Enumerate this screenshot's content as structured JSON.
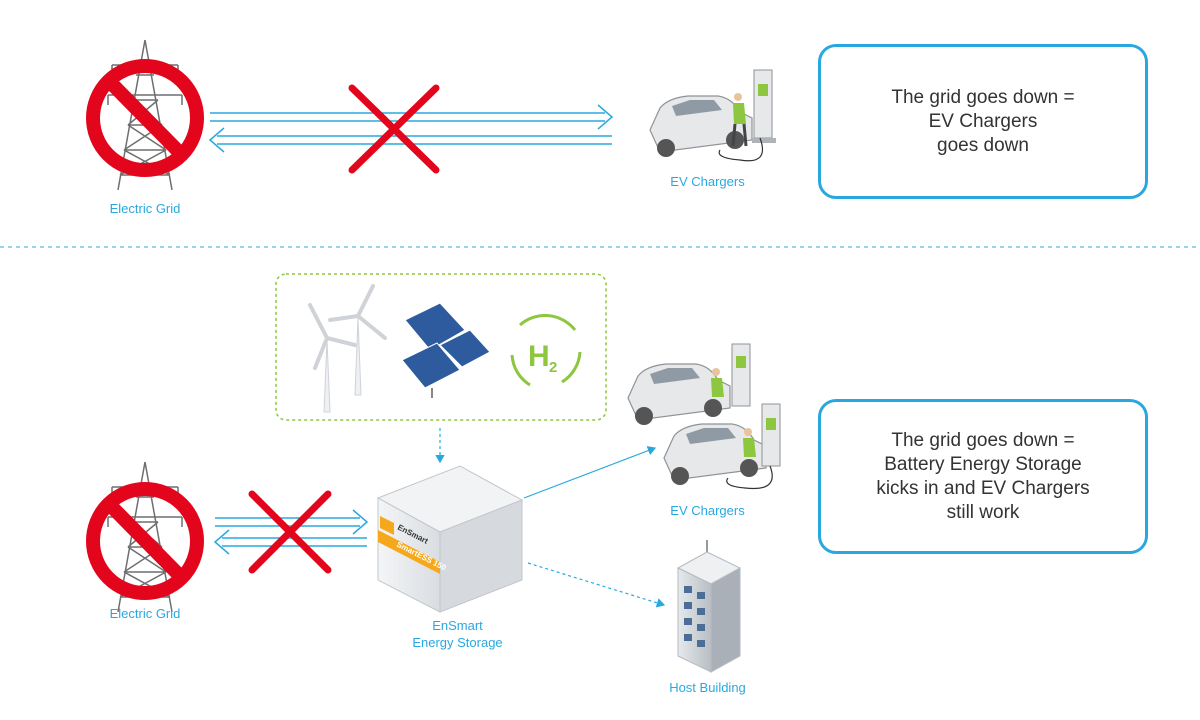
{
  "scenario_without_storage": {
    "grid_label": "Electric Grid",
    "charger_label": "EV Chargers",
    "info_lines": [
      "The grid goes down =",
      "EV Chargers",
      "goes down"
    ]
  },
  "scenario_with_storage": {
    "grid_label": "Electric Grid",
    "storage_label_lines": [
      "EnSmart",
      "Energy Storage"
    ],
    "storage_brand": "EnSmart",
    "storage_model": "SmartESS 150",
    "charger_label": "EV Chargers",
    "building_label": "Host Building",
    "hydrogen_symbol": "H",
    "hydrogen_subscript": "2",
    "info_lines": [
      "The grid goes down =",
      "Battery Energy Storage",
      "kicks in and EV Chargers",
      "still work"
    ]
  },
  "colors": {
    "accent_blue": "#29a8e0",
    "prohibit_red": "#e3051b",
    "renewable_green": "#8dc63f",
    "text_dark": "#333333"
  }
}
